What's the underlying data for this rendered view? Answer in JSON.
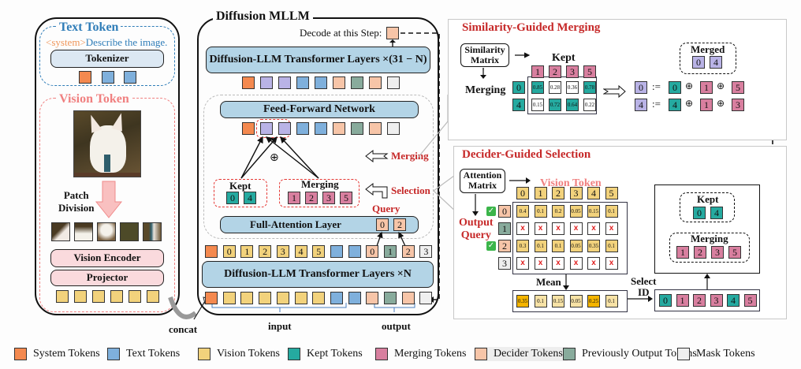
{
  "left_panel": {
    "text_token_title": "Text Token",
    "system_tag": "<system>",
    "prompt": "Describe the image.",
    "tokenizer_label": "Tokenizer",
    "vision_token_title": "Vision Token",
    "patch_division_label_1": "Patch",
    "patch_division_label_2": "Division",
    "vision_encoder_label": "Vision Encoder",
    "projector_label": "Projector",
    "concat_label": "concat"
  },
  "mllm": {
    "title": "Diffusion MLLM",
    "decode_label": "Decode at this Step:",
    "top_layers_label": "Diffusion-LLM Transformer Layers ×(31 − N)",
    "ffn_label": "Feed-Forward Network",
    "merging_label": "Merging",
    "selection_label": "Selection",
    "oplus": "⊕",
    "kept_label": "Kept",
    "kept_ids": [
      "0",
      "4"
    ],
    "merging_group_label": "Merging",
    "merging_ids": [
      "1",
      "2",
      "3",
      "5"
    ],
    "query_label": "Query",
    "query_ids": [
      "0",
      "2"
    ],
    "full_attention_label": "Full-Attention Layer",
    "bottom_layers_label": "Diffusion-LLM Transformer Layers ×N",
    "vision_ids": [
      "0",
      "1",
      "2",
      "3",
      "4",
      "5"
    ],
    "output_ids": [
      "0",
      "1",
      "2",
      "3"
    ],
    "input_label": "input",
    "output_label": "output"
  },
  "similarity": {
    "title": "Similarity-Guided Merging",
    "matrix_label_1": "Similarity",
    "matrix_label_2": "Matrix",
    "kept_label": "Kept",
    "merging_label": "Merging",
    "col_ids": [
      "1",
      "2",
      "3",
      "5"
    ],
    "row_ids": [
      "0",
      "4"
    ],
    "values": [
      [
        "0.85",
        "0.28",
        "0.36",
        "0.78"
      ],
      [
        "0.15",
        "0.72",
        "0.64",
        "0.22"
      ]
    ],
    "highlighted": [
      [
        true,
        false,
        false,
        true
      ],
      [
        false,
        true,
        true,
        false
      ]
    ],
    "merged_label": "Merged",
    "merged_ids": [
      "0",
      "4"
    ],
    "formula": [
      {
        "target": "0",
        "kept": "0",
        "m1": "1",
        "m2": "5"
      },
      {
        "target": "4",
        "kept": "4",
        "m1": "1",
        "m2": "3"
      }
    ],
    "assign": ":=",
    "oplus": "⊕"
  },
  "decider": {
    "title": "Decider-Guided Selection",
    "matrix_label_1": "Attention",
    "matrix_label_2": "Matrix",
    "vision_token_label": "Vision Token",
    "output_query_label_1": "Output",
    "output_query_label_2": "Query",
    "col_ids": [
      "0",
      "1",
      "2",
      "3",
      "4",
      "5"
    ],
    "rows": [
      {
        "id": "0",
        "checked": true,
        "values": [
          "0.4",
          "0.1",
          "0.2",
          "0.05",
          "0.15",
          "0.1"
        ]
      },
      {
        "id": "1",
        "checked": false,
        "values": [
          "x",
          "x",
          "x",
          "x",
          "x",
          "x"
        ]
      },
      {
        "id": "2",
        "checked": true,
        "values": [
          "0.3",
          "0.1",
          "0.1",
          "0.05",
          "0.35",
          "0.1"
        ]
      },
      {
        "id": "3",
        "checked": false,
        "values": [
          "x",
          "x",
          "x",
          "x",
          "x",
          "x"
        ]
      }
    ],
    "mean_label": "Mean",
    "mean_values": [
      "0.35",
      "0.1",
      "0.15",
      "0.05",
      "0.25",
      "0.1"
    ],
    "mean_highlight": [
      true,
      false,
      false,
      false,
      true,
      false
    ],
    "select_label_1": "Select",
    "select_label_2": "ID",
    "select_ids": [
      "0",
      "1",
      "2",
      "3",
      "4",
      "5"
    ],
    "select_types": [
      "kept",
      "merg",
      "merg",
      "merg",
      "kept",
      "merg"
    ],
    "result_kept_label": "Kept",
    "result_kept_ids": [
      "0",
      "4"
    ],
    "result_merging_label": "Merging",
    "result_merging_ids": [
      "1",
      "2",
      "3",
      "5"
    ]
  },
  "legend": [
    {
      "label": "System Tokens",
      "color": "#f4894f"
    },
    {
      "label": "Text Tokens",
      "color": "#7fb0dc"
    },
    {
      "label": "Vision Tokens",
      "color": "#f2d27c"
    },
    {
      "label": "Kept Tokens",
      "color": "#25aaa0"
    },
    {
      "label": "Merging Tokens",
      "color": "#d87f9f"
    },
    {
      "label": "Decider Tokens",
      "color": "#f7c5a8"
    },
    {
      "label": "Previously Output Tokens",
      "color": "#88ab9c"
    },
    {
      "label": "Mask Tokens",
      "color": "#efefef"
    }
  ]
}
